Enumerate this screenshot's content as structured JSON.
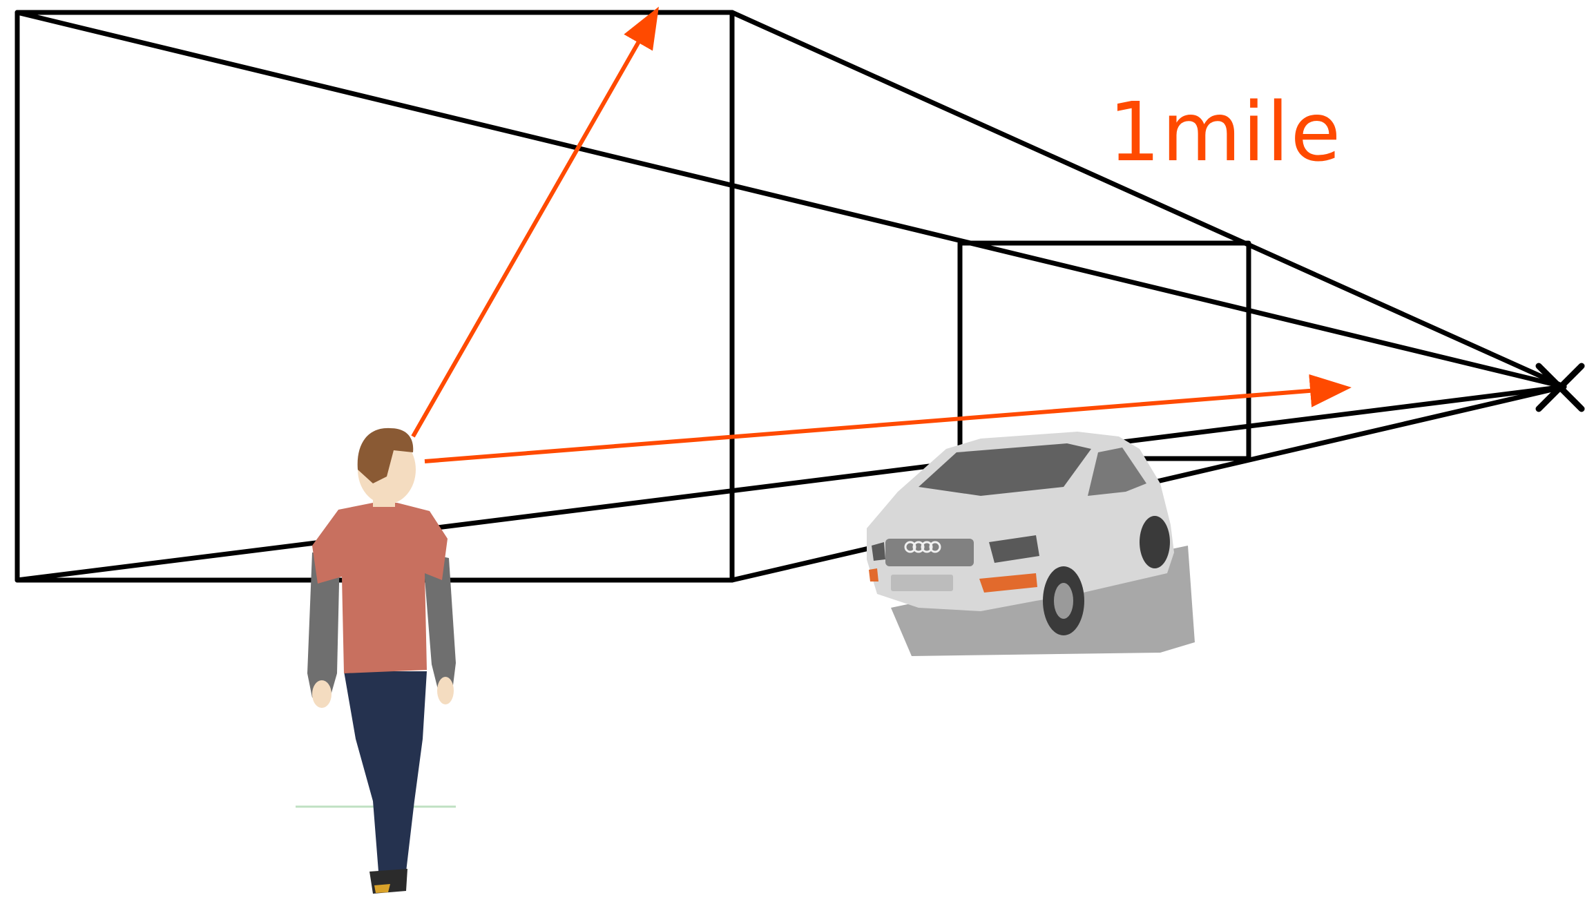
{
  "annotation": {
    "distance_label": "1mile"
  },
  "colors": {
    "line": "#000000",
    "arrow": "#ff4a00",
    "shirt": "#c8705f",
    "sleeve": "#6f6f6f",
    "jeans": "#25324f",
    "skin": "#f4dcc0",
    "hair": "#8a5a34",
    "car_body": "#d8d8d8",
    "car_dark": "#3a3a3a",
    "car_light": "#e26a2c",
    "shadow": "#a8a8a8"
  },
  "figures": {
    "person": "walking-person",
    "car": "hatchback-car",
    "vanishing_point": "cross-mark"
  }
}
